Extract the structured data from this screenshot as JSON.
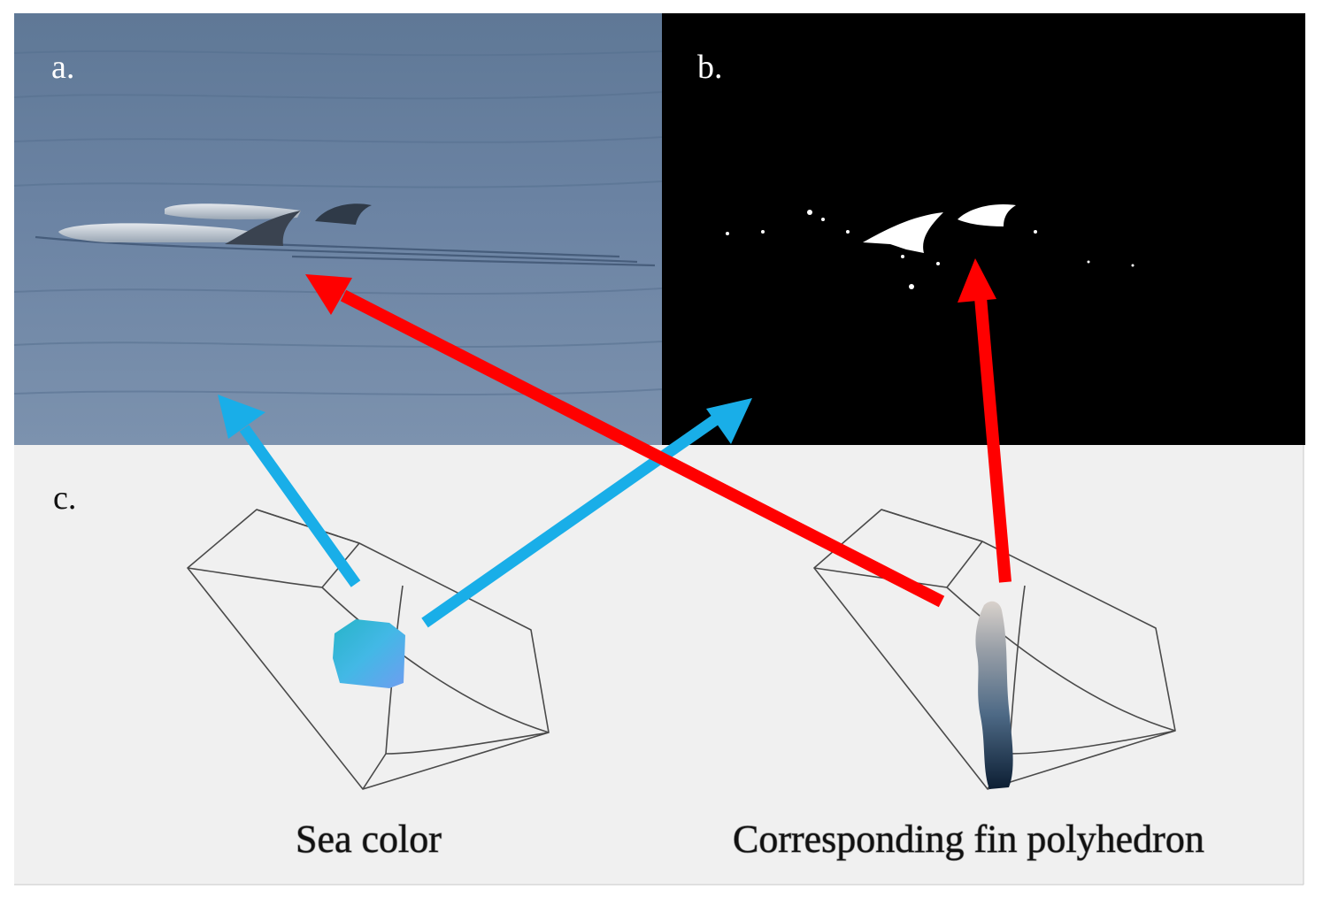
{
  "panels": {
    "a": {
      "label": "a."
    },
    "b": {
      "label": "b."
    },
    "c": {
      "label": "c."
    }
  },
  "captions": {
    "sea": "Sea color",
    "fin": "Corresponding fin polyhedron"
  },
  "colors": {
    "sea_arrow": "#19aee8",
    "fin_arrow": "#ff0000",
    "mask_background": "#000000",
    "panel_c_background": "#f0f0f0",
    "sea_photo": "#6f87a6"
  }
}
